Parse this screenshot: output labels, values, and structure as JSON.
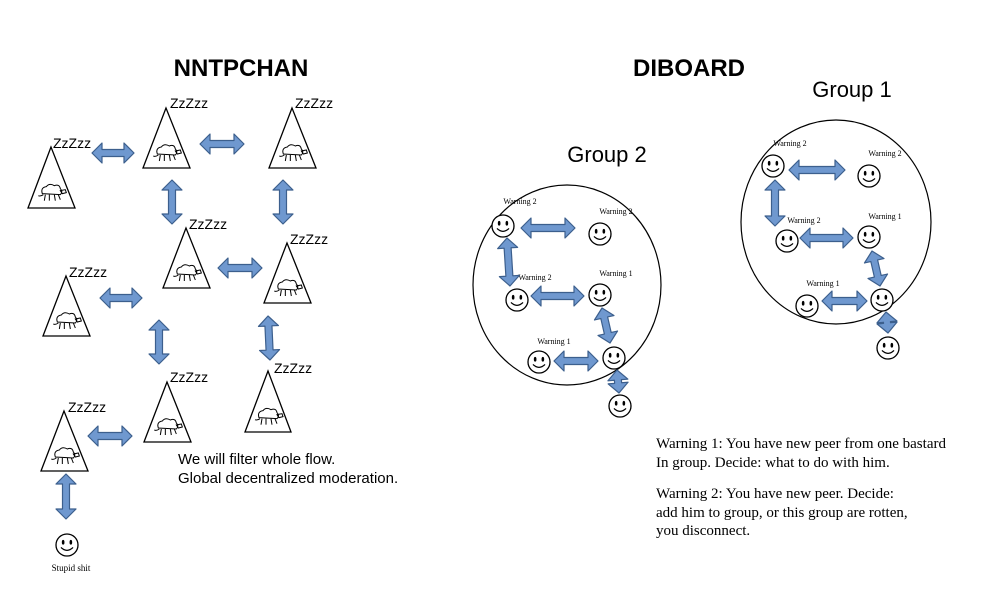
{
  "titles": {
    "nntpchan": "NNTPCHAN",
    "diboard": "DIBOARD"
  },
  "nntpchan": {
    "sleep_label": "ZzZzz",
    "stupid_label": "Stupid shit",
    "filter_note": [
      "We will filter whole flow.",
      "Global decentralized moderation."
    ]
  },
  "diboard": {
    "group1_label": "Group 1",
    "group2_label": "Group 2",
    "warning1_label": "Warning 1",
    "warning2_label": "Warning 2",
    "legend": {
      "warning1": [
        "Warning 1: You have new peer from one bastard",
        "In group. Decide: what to do with him."
      ],
      "warning2": [
        "Warning 2: You have new peer. Decide:",
        "add him to group, or this group are rotten,",
        " you disconnect."
      ]
    }
  },
  "colors": {
    "arrow_fill": "#6f98cf",
    "arrow_stroke": "#3c5f8d",
    "line": "#000000"
  },
  "icons": [
    "sleeping-sheep-icon",
    "smiley-icon",
    "double-arrow-icon"
  ]
}
